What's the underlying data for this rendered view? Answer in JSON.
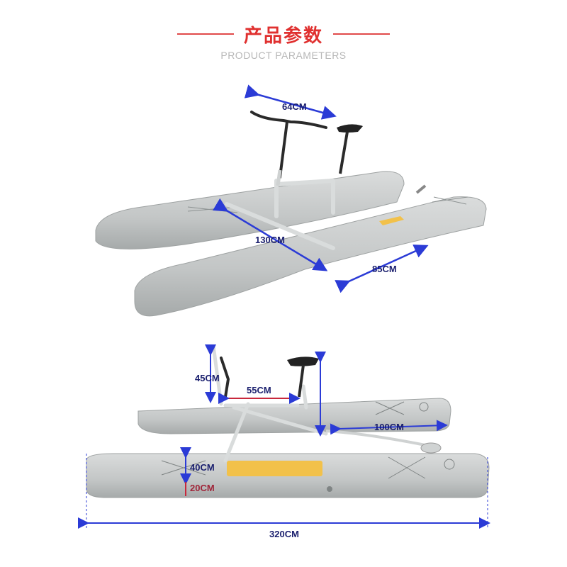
{
  "header": {
    "title": "产品参数",
    "subtitle": "PRODUCT PARAMETERS"
  },
  "top_view": {
    "dims": {
      "handlebar_width": "64CM",
      "frame_length": "130CM",
      "pontoon_gap": "85CM"
    }
  },
  "side_view": {
    "dims": {
      "handlebar_height": "45CM",
      "seat_to_bar": "55CM",
      "rear_pontoon": "100CM",
      "pontoon_height": "40CM",
      "pontoon_depth": "20CM",
      "total_length": "320CM"
    }
  },
  "colors": {
    "title_red": "#e0302f",
    "dimension_blue": "#2b3bd6",
    "pontoon_grey": "#c8cbcb",
    "accent_yellow": "#f2c14a"
  }
}
